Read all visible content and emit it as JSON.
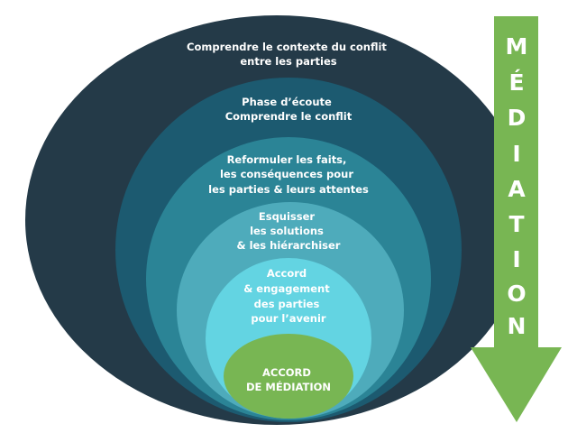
{
  "title": "MÉDIATION",
  "colors": {
    "layer1": "#243a48",
    "layer2": "#1c5a70",
    "layer3": "#2b8496",
    "layer4": "#4eabbb",
    "layer5": "#63d4e2",
    "core": "#78b653",
    "arrow": "#78b653",
    "text": "#ffffff"
  },
  "layers": [
    {
      "id": "layer1",
      "lines": [
        "Comprendre le contexte du conflit",
        "entre les parties"
      ]
    },
    {
      "id": "layer2",
      "lines": [
        "Phase d’écoute",
        "Comprendre le conflit"
      ]
    },
    {
      "id": "layer3",
      "lines": [
        "Reformuler les faits,",
        "les conséquences pour",
        "les parties & leurs attentes"
      ]
    },
    {
      "id": "layer4",
      "lines": [
        "Esquisser",
        "les solutions",
        "& les hiérarchiser"
      ]
    },
    {
      "id": "layer5",
      "lines": [
        "Accord",
        "& engagement",
        "des parties",
        "pour l’avenir"
      ]
    },
    {
      "id": "core",
      "lines": [
        "ACCORD",
        "DE MÉDIATION"
      ]
    }
  ],
  "arrow": {
    "letters": [
      "M",
      "É",
      "D",
      "I",
      "A",
      "T",
      "I",
      "O",
      "N"
    ]
  }
}
